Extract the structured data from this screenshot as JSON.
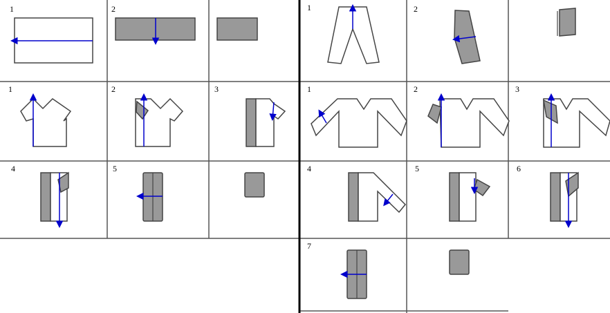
{
  "labels": {
    "towel_1": "1",
    "towel_2": "2",
    "pants_1": "1",
    "pants_2": "2",
    "tshirt_1": "1",
    "tshirt_2": "2",
    "tshirt_3": "3",
    "tshirt_4": "4",
    "tshirt_5": "5",
    "longsleeve_1": "1",
    "longsleeve_2": "2",
    "longsleeve_3": "3",
    "longsleeve_4": "4",
    "longsleeve_5": "5",
    "longsleeve_6": "6",
    "longsleeve_7": "7"
  },
  "colors": {
    "grid_line": "#555555",
    "section_line": "#000000",
    "garment_fill": "#ffffff",
    "garment_stroke": "#444444",
    "folded_fill": "#999999",
    "fold_arrow": "#0000cc"
  }
}
